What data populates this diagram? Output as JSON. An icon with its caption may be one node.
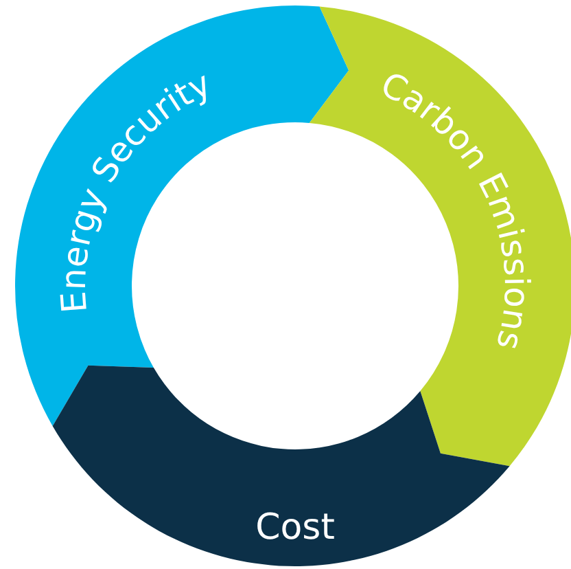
{
  "diagram": {
    "nodes": [
      {
        "text": [
          "Energy Security"
        ]
      },
      {
        "text": [
          "Carbon Emissions"
        ]
      },
      {
        "text": [
          "Cost"
        ]
      }
    ]
  }
}
